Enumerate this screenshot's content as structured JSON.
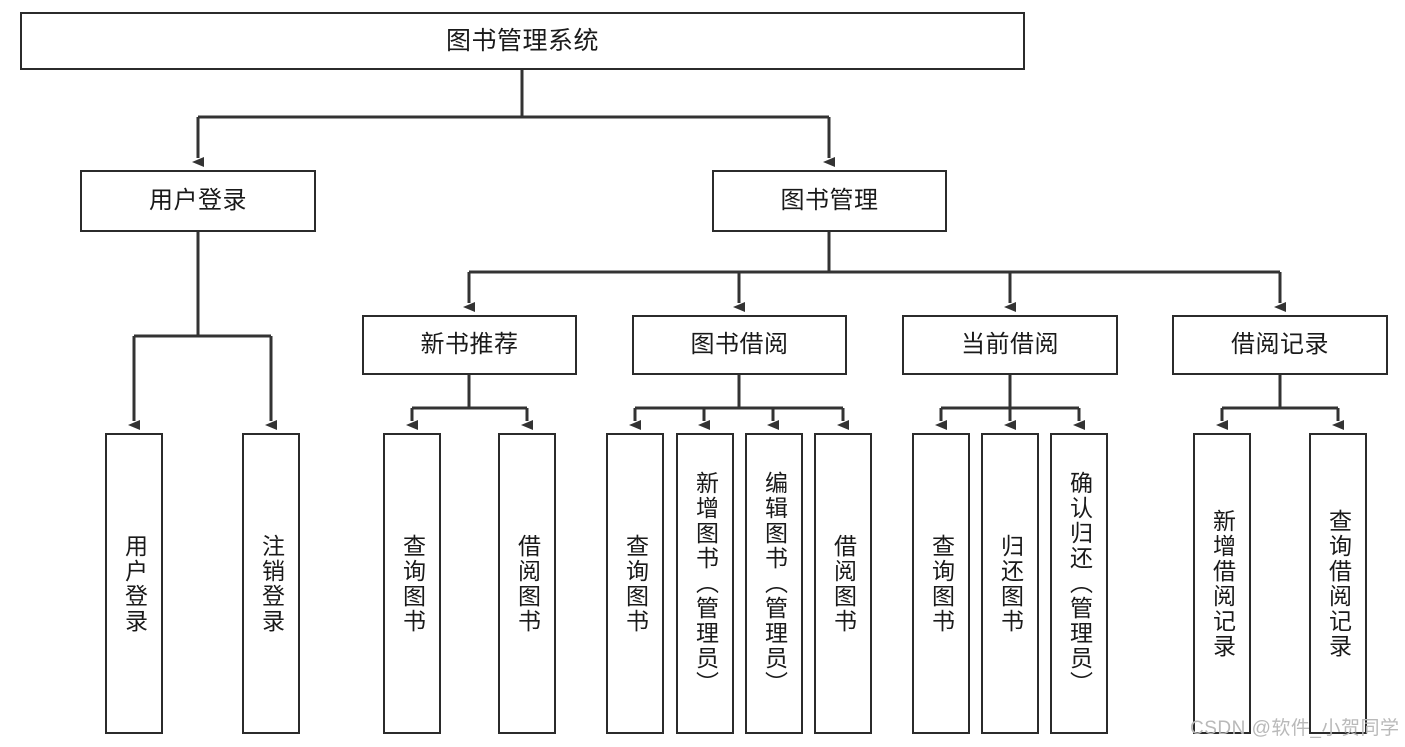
{
  "diagram": {
    "title": "图书管理系统",
    "type": "hierarchy-tree",
    "colors": {
      "box_border": "#2b2b2b",
      "box_fill": "#ffffff",
      "connector": "#333333",
      "text": "#1a1a1a",
      "watermark": "#b9b9b9",
      "background": "#ffffff"
    },
    "levels": {
      "root": {
        "label": "图书管理系统"
      },
      "level2": [
        {
          "label": "用户登录"
        },
        {
          "label": "图书管理"
        }
      ],
      "level3": [
        {
          "label": "新书推荐"
        },
        {
          "label": "图书借阅"
        },
        {
          "label": "当前借阅"
        },
        {
          "label": "借阅记录"
        }
      ],
      "leaves": {
        "user_login": [
          {
            "label": "用户登录"
          },
          {
            "label": "注销登录"
          }
        ],
        "new_book_recommend": [
          {
            "label": "查询图书"
          },
          {
            "label": "借阅图书"
          }
        ],
        "book_borrow": [
          {
            "label": "查询图书"
          },
          {
            "label": "新增图书（管理员）"
          },
          {
            "label": "编辑图书（管理员）"
          },
          {
            "label": "借阅图书"
          }
        ],
        "current_borrow": [
          {
            "label": "查询图书"
          },
          {
            "label": "归还图书"
          },
          {
            "label": "确认归还（管理员）"
          }
        ],
        "borrow_records": [
          {
            "label": "新增借阅记录"
          },
          {
            "label": "查询借阅记录"
          }
        ]
      }
    },
    "watermark": "CSDN @软件_小贺同学"
  }
}
